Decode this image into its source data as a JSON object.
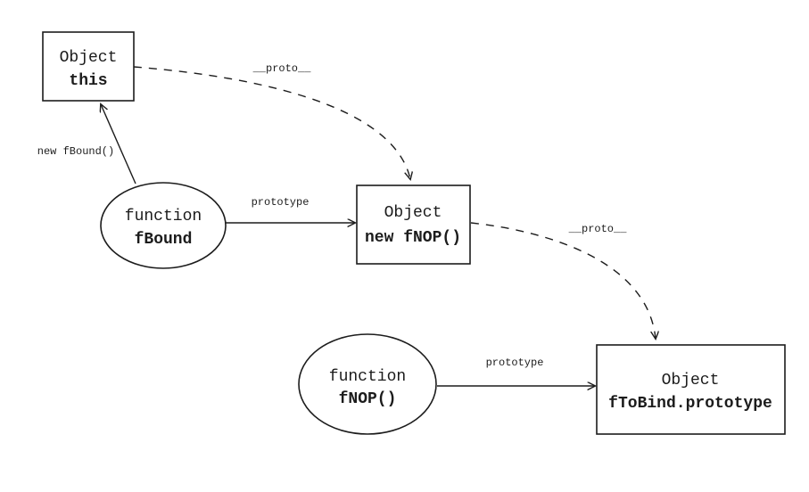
{
  "diagram": {
    "colors": {
      "background": "#ffffff",
      "line": "#1c1c1c",
      "text": "#1c1c1c"
    },
    "nodes": {
      "this_box": {
        "shape": "rect",
        "line1": "Object",
        "line2": "this"
      },
      "fbound_ellipse": {
        "shape": "ellipse",
        "line1": "function",
        "line2": "fBound"
      },
      "new_fnop_box": {
        "shape": "rect",
        "line1": "Object",
        "line2": "new fNOP()"
      },
      "fnop_ellipse": {
        "shape": "ellipse",
        "line1": "function",
        "line2": "fNOP()"
      },
      "ftobind_box": {
        "shape": "rect",
        "line1": "Object",
        "line2": "fToBind.prototype"
      }
    },
    "edges": {
      "new_fbound": {
        "label": "new fBound()",
        "style": "solid",
        "from": "fbound_ellipse",
        "to": "this_box"
      },
      "fbound_prototype": {
        "label": "prototype",
        "style": "solid",
        "from": "fbound_ellipse",
        "to": "new_fnop_box"
      },
      "this_proto": {
        "label": "__proto__",
        "style": "dashed",
        "from": "this_box",
        "to": "new_fnop_box"
      },
      "newfnop_proto": {
        "label": "__proto__",
        "style": "dashed",
        "from": "new_fnop_box",
        "to": "ftobind_box"
      },
      "fnop_prototype": {
        "label": "prototype",
        "style": "solid",
        "from": "fnop_ellipse",
        "to": "ftobind_box"
      }
    }
  }
}
